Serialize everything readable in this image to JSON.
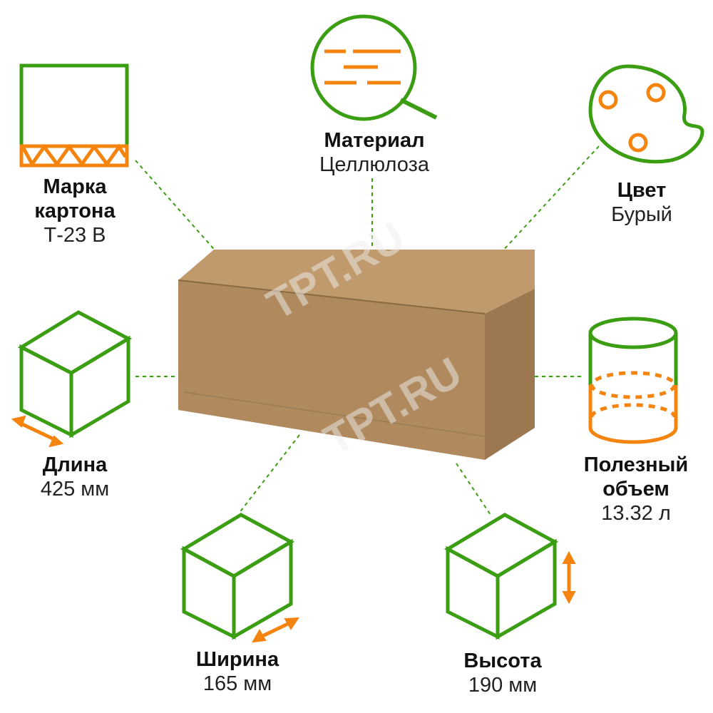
{
  "colors": {
    "green": "#3a9d12",
    "orange": "#f5840f",
    "box": "#b08a5e"
  },
  "watermark": "TPT.RU",
  "specs": {
    "grade": {
      "title": "Марка",
      "title2": "картона",
      "value": "Т-23 В"
    },
    "material": {
      "title": "Материал",
      "value": "Целлюлоза"
    },
    "color": {
      "title": "Цвет",
      "value": "Бурый"
    },
    "length": {
      "title": "Длина",
      "value": "425 мм"
    },
    "volume": {
      "title": "Полезный",
      "title2": "объем",
      "value": "13.32 л"
    },
    "width": {
      "title": "Ширина",
      "value": "165 мм"
    },
    "height": {
      "title": "Высота",
      "value": "190 мм"
    }
  }
}
